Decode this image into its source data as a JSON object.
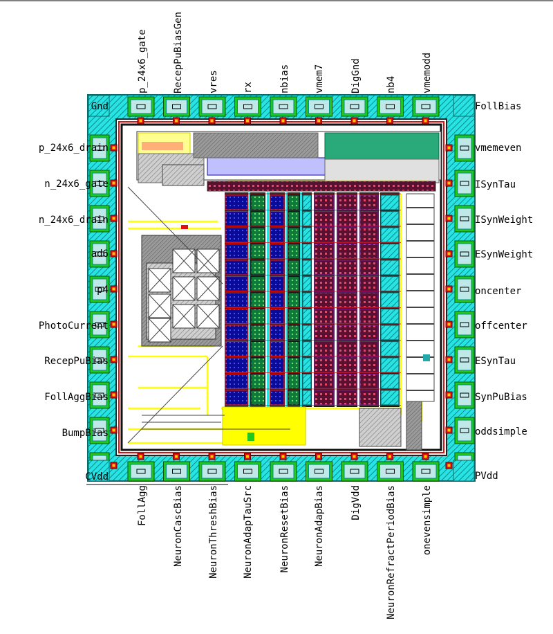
{
  "pins": {
    "top": [
      "p_24x6_gate",
      "RecepPuBiasGen",
      "vres",
      "rx",
      "nbias",
      "vmem7",
      "DigGnd",
      "nb4",
      "vmemodd"
    ],
    "bottom": [
      "FollAgg",
      "NeuronCascBias",
      "NeuronThreshBias",
      "NeuronAdapTauSrc",
      "NeuronResetBias",
      "NeuronAdapBias",
      "DigVdd",
      "NeuronRefractPeriodBias",
      "onevensimple"
    ],
    "left": [
      "Gnd",
      "p_24x6_drain",
      "n_24x6_gate",
      "n_24x6_drain",
      "ad6",
      "p4",
      "PhotoCurrent",
      "RecepPuBias",
      "FollAggBias",
      "BumpBias",
      "CVdd"
    ],
    "right": [
      "FollBias",
      "vmemeven",
      "ISynTau",
      "ISynWeight",
      "ESynWeight",
      "oncenter",
      "offcenter",
      "ESynTau",
      "SynPuBias",
      "oddsimple",
      "PVdd"
    ]
  },
  "colors": {
    "padFrame": "#0aa3a3",
    "padCyan": "#27e3e3",
    "padGreen": "#1ec81e",
    "padBg": "#bfe8e8",
    "metalYellow": "#ffff00",
    "metalRed": "#e01010",
    "poly": "#ff3030",
    "nwell": "#0b0b9a",
    "purple": "#7a1c8c",
    "gray": "#a8a8a8",
    "dark": "#222222"
  }
}
